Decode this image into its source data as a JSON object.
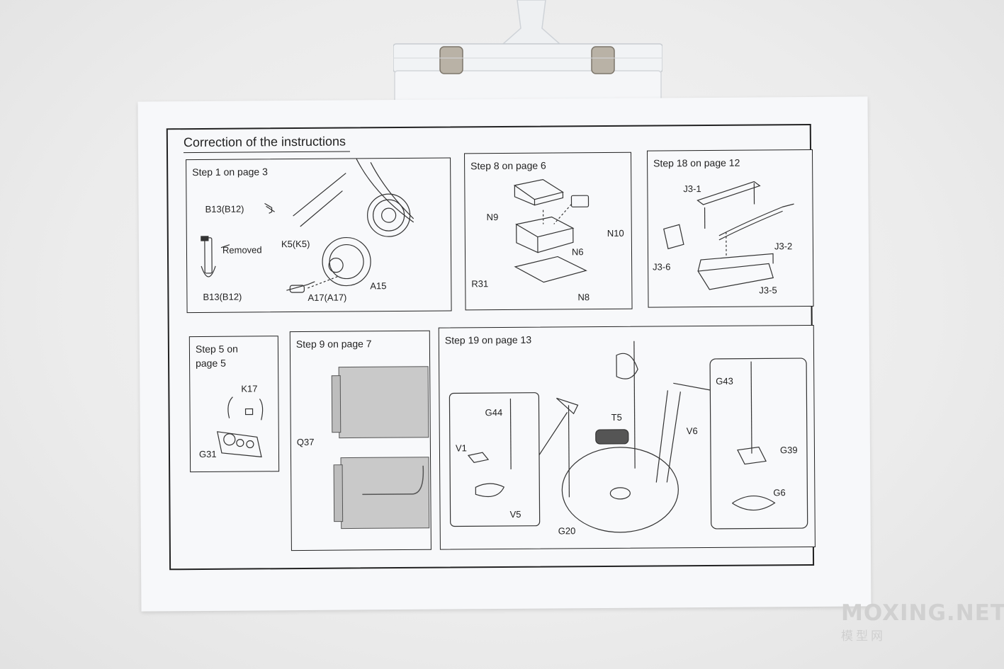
{
  "sheet": {
    "title": "Correction of the instructions",
    "steps": [
      {
        "id": "step1",
        "label": "Step 1 on page 3",
        "parts": [
          "B13(B12)",
          "Removed",
          "K5(K5)",
          "B13(B12)",
          "A17(A17)",
          "A15"
        ]
      },
      {
        "id": "step8",
        "label": "Step 8 on page 6",
        "parts": [
          "N9",
          "N10",
          "N6",
          "R31",
          "N8"
        ]
      },
      {
        "id": "step18",
        "label": "Step 18 on page 12",
        "parts": [
          "J3-1",
          "J3-2",
          "J3-6",
          "J3-5"
        ]
      },
      {
        "id": "step5",
        "label_line1": "Step 5 on",
        "label_line2": "page 5",
        "parts": [
          "K17",
          "G31"
        ]
      },
      {
        "id": "step9",
        "label": "Step 9 on page 7",
        "parts": [
          "Q37"
        ]
      },
      {
        "id": "step19",
        "label": "Step 19 on page 13",
        "parts": [
          "G44",
          "V1",
          "V5",
          "T5",
          "V6",
          "G20",
          "G43",
          "G39",
          "G6"
        ]
      }
    ]
  },
  "watermark": {
    "brand": "MOXING.NET",
    "sub": "模型网"
  }
}
